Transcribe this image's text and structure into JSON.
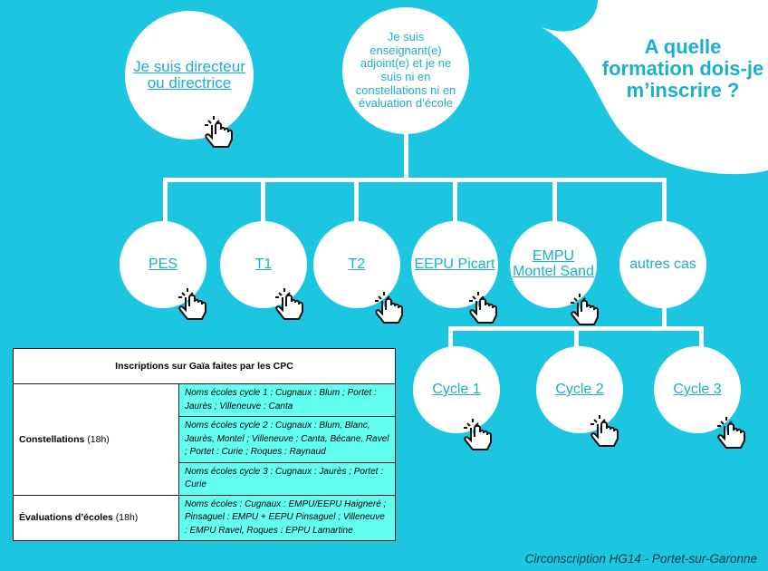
{
  "bubble": {
    "title": "A quelle formation dois-je m’inscrire ?"
  },
  "nodes": {
    "directeur": "Je suis directeur ou directrice",
    "enseignant": "Je suis enseignant(e) adjoint(e) et je ne suis ni en constellations ni en évaluation d’école",
    "pes": "PES",
    "t1": "T1",
    "t2": "T2",
    "eepu": "EEPU Picart",
    "empu": "EMPU Montel Sand",
    "autres": "autres cas",
    "cycle1": "Cycle 1",
    "cycle2": "Cycle 2",
    "cycle3": "Cycle 3"
  },
  "table": {
    "header": "Inscriptions sur Gaïa faites par les CPC",
    "rows": [
      {
        "label_bold": "Constellations",
        "label_hours": "(18h)",
        "cells": [
          "Noms écoles cycle 1 : Cugnaux : Blum ; Portet : Jaurès ; Villeneuve : Canta",
          "Noms écoles cycle 2 : Cugnaux : Blum, Blanc, Jaurès, Montel ; Villeneuve : Canta, Bécane, Ravel ; Portet : Curie ; Roques : Raynaud",
          "Noms écoles cycle 3 : Cugnaux : Jaurès ; Portet : Curie"
        ]
      },
      {
        "label_bold": "Évaluations d’écoles",
        "label_hours": "(18h)",
        "cells": [
          "Noms écoles : Cugnaux : EMPU/EEPU Haigneré ; Pinsaguel : EMPU + EEPU Pinsaguel ; Villeneuve : EMPU Ravel, Roques : EPPU Lamartine"
        ]
      }
    ]
  },
  "footer": "Circonscription HG14 - Portet-sur-Garonne"
}
